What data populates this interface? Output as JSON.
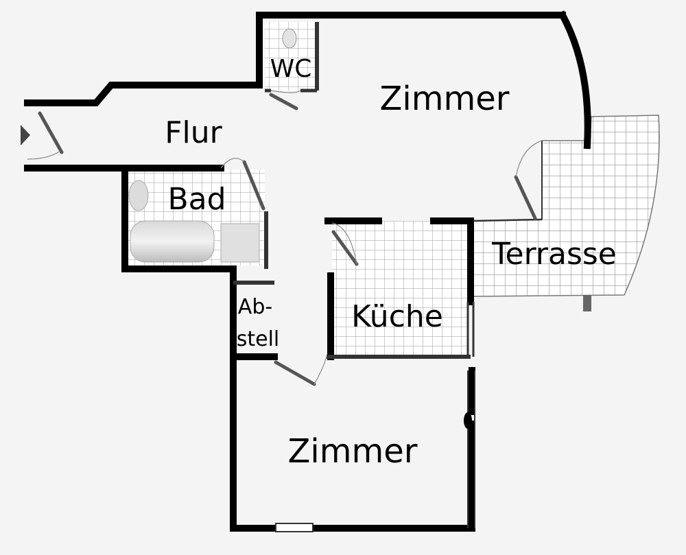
{
  "floorplan": {
    "rooms": {
      "wc": "WC",
      "zimmer_top": "Zimmer",
      "flur": "Flur",
      "bad": "Bad",
      "terrasse": "Terrasse",
      "abstell_line1": "Ab-",
      "abstell_line2": "stell",
      "kueche": "Küche",
      "zimmer_bottom": "Zimmer"
    },
    "colors": {
      "wall": "#000000",
      "tile_line": "#9a9a9a",
      "tile_fill": "#ffffff",
      "door": "#555555",
      "background": "#f4f4f4"
    }
  }
}
